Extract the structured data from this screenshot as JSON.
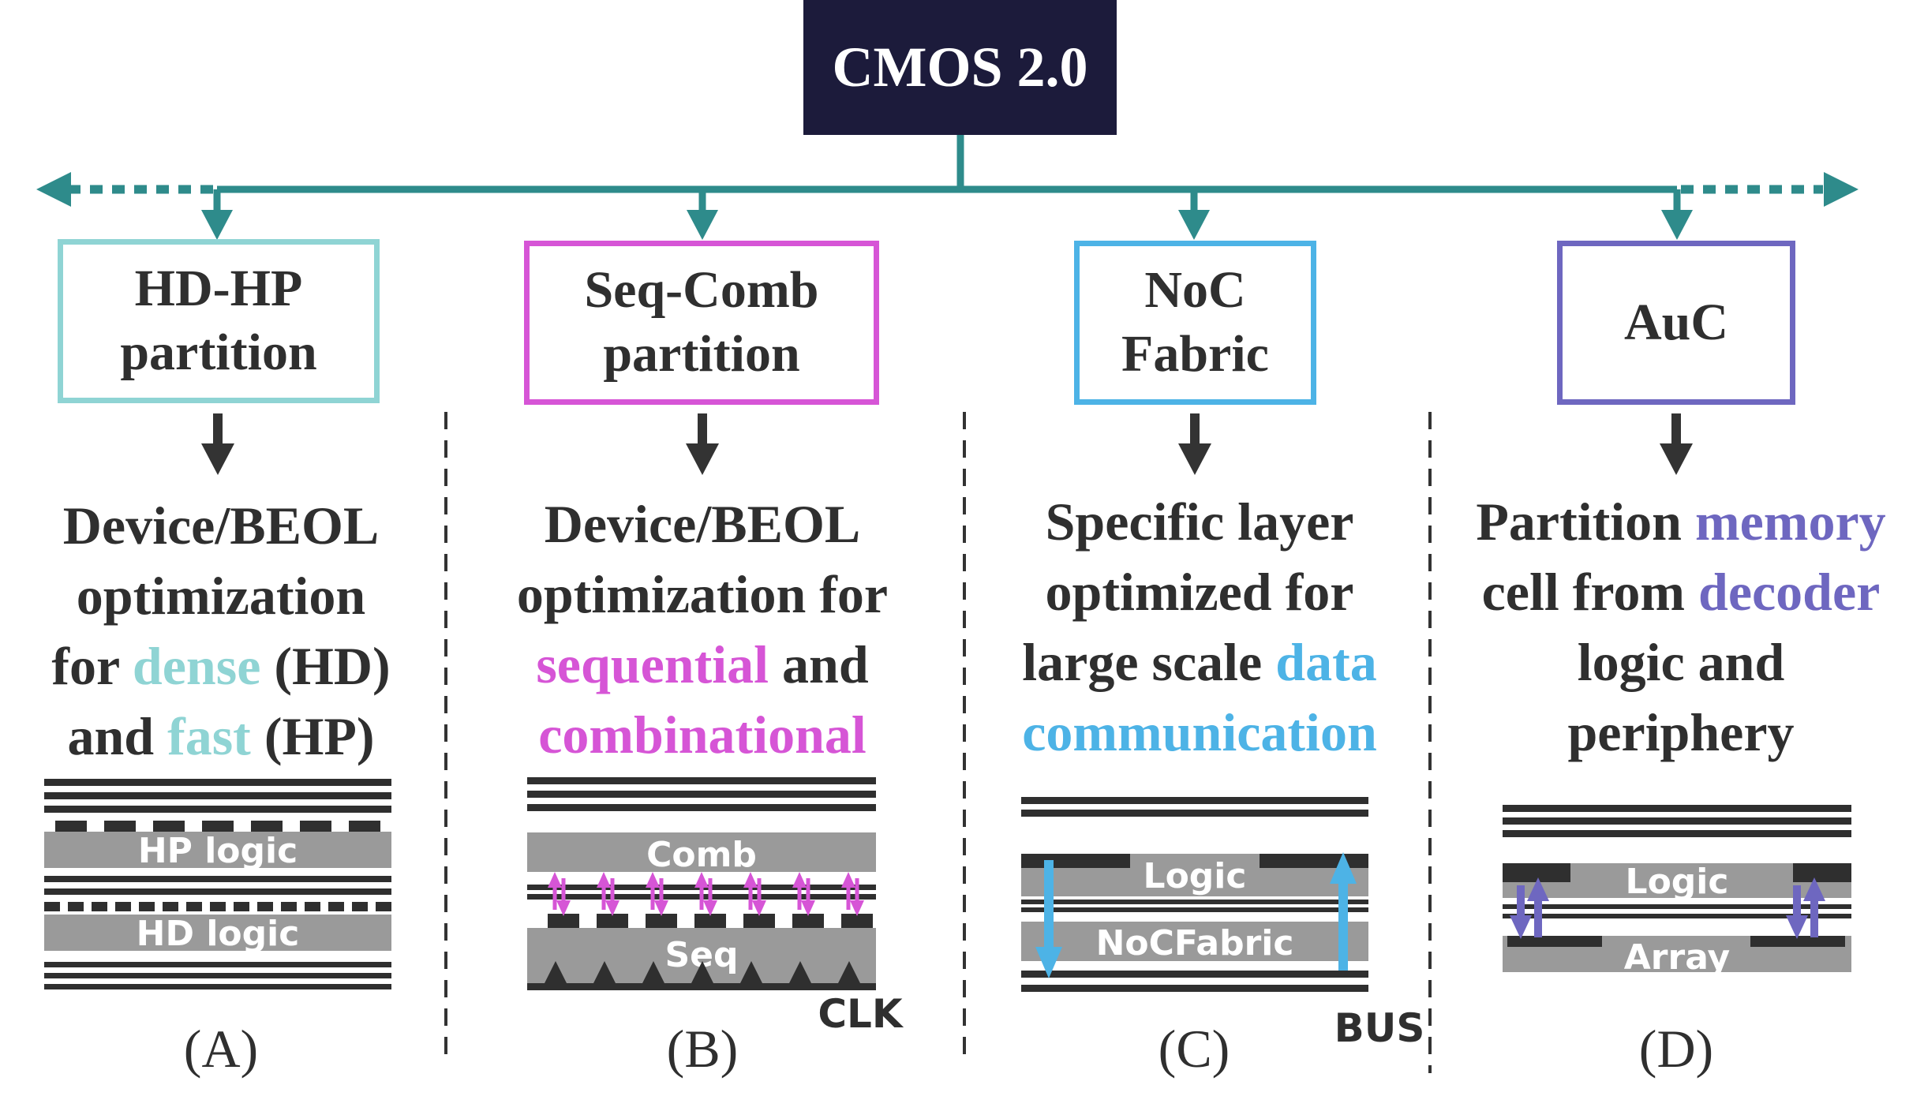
{
  "root": {
    "label": "CMOS 2.0"
  },
  "columns": [
    {
      "id": "a",
      "box_lines": [
        "HD-HP",
        "partition"
      ],
      "desc_lines": [
        [
          {
            "t": "Device/BEOL"
          }
        ],
        [
          {
            "t": "optimization"
          }
        ],
        [
          {
            "t": "for "
          },
          {
            "t": "dense",
            "c": "accent"
          },
          {
            "t": " (HD)"
          }
        ],
        [
          {
            "t": "and "
          },
          {
            "t": "fast",
            "c": "accent"
          },
          {
            "t": " (HP)"
          }
        ]
      ],
      "layers": [
        "HP logic",
        "HD logic"
      ],
      "caption": "(A)"
    },
    {
      "id": "b",
      "box_lines": [
        "Seq-Comb",
        "partition"
      ],
      "desc_lines": [
        [
          {
            "t": "Device/BEOL"
          }
        ],
        [
          {
            "t": "optimization for"
          }
        ],
        [
          {
            "t": "sequential",
            "c": "accent"
          },
          {
            "t": " and"
          }
        ],
        [
          {
            "t": "combinational",
            "c": "accent"
          }
        ]
      ],
      "layers": [
        "Comb",
        "Seq"
      ],
      "side_label": "CLK",
      "caption": "(B)"
    },
    {
      "id": "c",
      "box_lines": [
        "NoC",
        "Fabric"
      ],
      "desc_lines": [
        [
          {
            "t": "Specific layer"
          }
        ],
        [
          {
            "t": "optimized for"
          }
        ],
        [
          {
            "t": "large scale "
          },
          {
            "t": "data",
            "c": "accent"
          }
        ],
        [
          {
            "t": "communication",
            "c": "accent"
          }
        ]
      ],
      "layers": [
        "Logic",
        "NoCFabric"
      ],
      "side_label": "BUS",
      "caption": "(C)"
    },
    {
      "id": "d",
      "box_lines": [
        "AuC"
      ],
      "desc_lines": [
        [
          {
            "t": "Partition "
          },
          {
            "t": "memory",
            "c": "accent"
          }
        ],
        [
          {
            "t": "cell from "
          },
          {
            "t": "decoder",
            "c": "accent"
          }
        ],
        [
          {
            "t": "logic and"
          }
        ],
        [
          {
            "t": "periphery"
          }
        ]
      ],
      "layers": [
        "Logic",
        "Array"
      ],
      "caption": "(D)"
    }
  ],
  "colors": {
    "root_bg": "#1c1b3b",
    "connector": "#2e8b8b",
    "arrow_down": "#333333",
    "text": "#2f2f2f",
    "layer_fill": "#9a9a9a",
    "metal": "#2f2f2f",
    "col_a": "#8fd4d4",
    "col_b": "#d655d6",
    "col_c": "#4db3e6",
    "col_d": "#6e67c0"
  }
}
